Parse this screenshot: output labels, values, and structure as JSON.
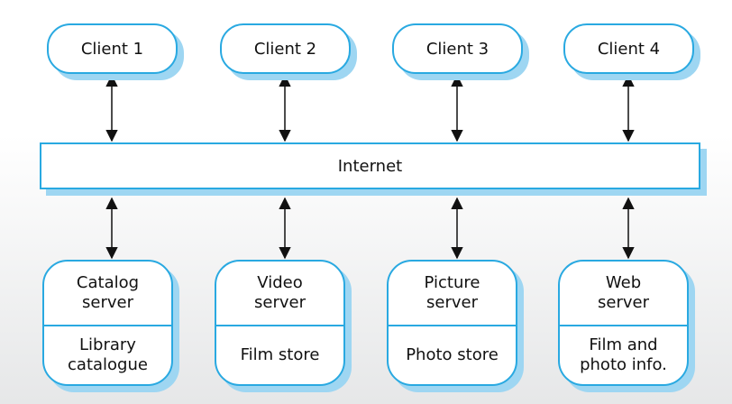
{
  "clients": [
    {
      "label": "Client 1"
    },
    {
      "label": "Client 2"
    },
    {
      "label": "Client 3"
    },
    {
      "label": "Client 4"
    }
  ],
  "network": {
    "label": "Internet"
  },
  "servers": [
    {
      "name_line1": "Catalog",
      "name_line2": "server",
      "store_line1": "Library",
      "store_line2": "catalogue"
    },
    {
      "name_line1": "Video",
      "name_line2": "server",
      "store_line1": "Film store",
      "store_line2": ""
    },
    {
      "name_line1": "Picture",
      "name_line2": "server",
      "store_line1": "Photo store",
      "store_line2": ""
    },
    {
      "name_line1": "Web",
      "name_line2": "server",
      "store_line1": "Film and",
      "store_line2": "photo info."
    }
  ],
  "colors": {
    "border": "#29a9e1",
    "shadow": "#9ed6f2",
    "arrow": "#111111"
  }
}
